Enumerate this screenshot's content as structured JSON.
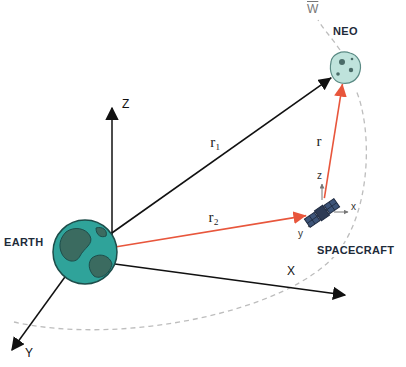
{
  "diagram": {
    "nodes": [
      {
        "text": [
          "NEO"
        ]
      },
      {
        "text": [
          "EARTH"
        ]
      },
      {
        "text": [
          "SPACECRAFT"
        ]
      }
    ],
    "edges": [
      {
        "from": 1,
        "to": 0,
        "label": "r₁",
        "arrow": "to"
      },
      {
        "from": 1,
        "to": 2,
        "label": "r₂",
        "arrow": "to"
      },
      {
        "from": 2,
        "to": 0,
        "label": "r",
        "arrow": "to"
      }
    ],
    "labels": [
      "W",
      "Z",
      "X",
      "Y",
      "z",
      "x",
      "y"
    ]
  }
}
